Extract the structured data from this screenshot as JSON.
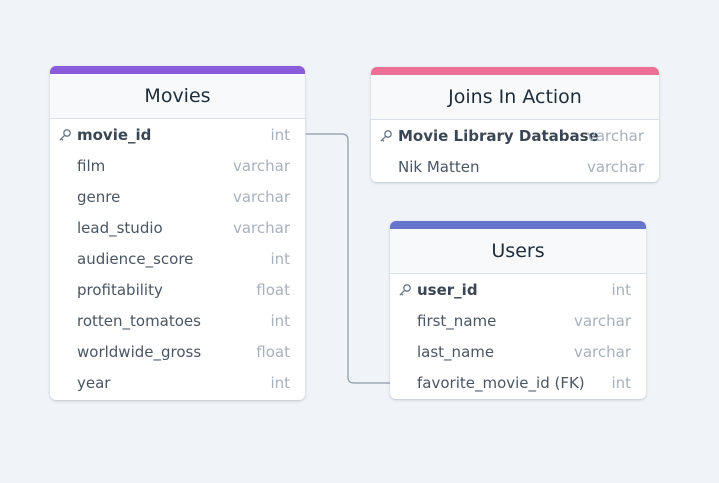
{
  "diagram": {
    "tables": [
      {
        "id": "movies",
        "title": "Movies",
        "accent_color": "#8a5cdc",
        "columns": [
          {
            "name": "movie_id",
            "type": "int",
            "primary_key": true
          },
          {
            "name": "film",
            "type": "varchar",
            "primary_key": false
          },
          {
            "name": "genre",
            "type": "varchar",
            "primary_key": false
          },
          {
            "name": "lead_studio",
            "type": "varchar",
            "primary_key": false
          },
          {
            "name": "audience_score",
            "type": "int",
            "primary_key": false
          },
          {
            "name": "profitability",
            "type": "float",
            "primary_key": false
          },
          {
            "name": "rotten_tomatoes",
            "type": "int",
            "primary_key": false
          },
          {
            "name": "worldwide_gross",
            "type": "float",
            "primary_key": false
          },
          {
            "name": "year",
            "type": "int",
            "primary_key": false
          }
        ]
      },
      {
        "id": "joins",
        "title": "Joins In Action",
        "accent_color": "#ee6f96",
        "columns": [
          {
            "name": "Movie Library Database",
            "type": "varchar",
            "primary_key": true
          },
          {
            "name": "Nik Matten",
            "type": "varchar",
            "primary_key": false
          }
        ]
      },
      {
        "id": "users",
        "title": "Users",
        "accent_color": "#6674cc",
        "columns": [
          {
            "name": "user_id",
            "type": "int",
            "primary_key": true
          },
          {
            "name": "first_name",
            "type": "varchar",
            "primary_key": false
          },
          {
            "name": "last_name",
            "type": "varchar",
            "primary_key": false
          },
          {
            "name": "favorite_movie_id (FK)",
            "type": "int",
            "primary_key": false
          }
        ]
      }
    ],
    "relationships": [
      {
        "from_table": "movies",
        "from_column": "movie_id",
        "to_table": "users",
        "to_column": "favorite_movie_id (FK)"
      }
    ],
    "colors": {
      "background": "#f0f4f8",
      "connector": "#8b97a6",
      "key_icon": "#6b7785"
    },
    "icons": {
      "primary_key": "key-icon"
    }
  }
}
